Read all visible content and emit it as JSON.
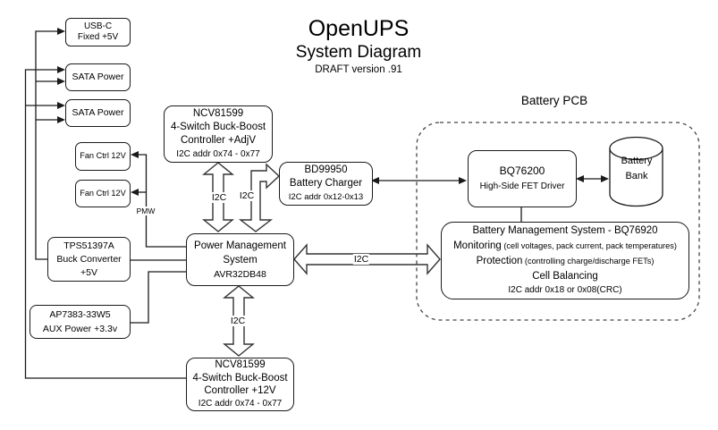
{
  "title": {
    "main": "OpenUPS",
    "subtitle": "System Diagram",
    "version": "DRAFT version .91"
  },
  "section_labels": {
    "battery_pcb": "Battery PCB"
  },
  "wire_labels": {
    "pmw": "PMW",
    "i2c_ncv_top": "I2C",
    "i2c_charger": "I2C",
    "i2c_bms": "I2C",
    "i2c_ncv_bottom": "I2C"
  },
  "boxes": {
    "usb_c": {
      "lines": [
        "USB-C",
        "Fixed +5V"
      ]
    },
    "sata1": {
      "lines": [
        "SATA Power"
      ]
    },
    "sata2": {
      "lines": [
        "SATA Power"
      ]
    },
    "fan1": {
      "lines": [
        "Fan Ctrl 12V"
      ]
    },
    "fan2": {
      "lines": [
        "Fan Ctrl 12V"
      ]
    },
    "tps": {
      "lines": [
        "TPS51397A",
        "Buck Converter",
        "+5V"
      ]
    },
    "aux": {
      "lines": [
        "AP7383-33W5",
        "AUX Power +3.3v"
      ]
    },
    "ncv_top": {
      "lines": [
        "NCV81599",
        "4-Switch Buck-Boost",
        "Controller +AdjV",
        "I2C addr 0x74 - 0x77"
      ]
    },
    "charger": {
      "lines": [
        "BD99950",
        "Battery Charger",
        "I2C addr 0x12-0x13"
      ]
    },
    "pms": {
      "lines": [
        "Power Management",
        "System",
        "AVR32DB48"
      ]
    },
    "ncv_bottom": {
      "lines": [
        "NCV81599",
        "4-Switch Buck-Boost",
        "Controller +12V",
        "I2C addr 0x74 - 0x77"
      ]
    },
    "fet": {
      "lines": [
        "BQ76200",
        "High-Side FET Driver"
      ]
    },
    "battery_bank": {
      "lines": [
        "Battery",
        "Bank"
      ]
    },
    "bms": {
      "title": "Battery Management System - BQ76920",
      "monitoring": "Monitoring",
      "monitoring_detail": " (cell voltages, pack current, pack temperatures)",
      "protection": "Protection",
      "protection_detail": " (controlling charge/discharge FETs)",
      "cell_balancing": "Cell Balancing",
      "i2c_addr": "I2C addr 0x18 or 0x08(CRC)"
    }
  },
  "colors": {
    "line": "#1a1a1a",
    "background": "#ffffff"
  }
}
